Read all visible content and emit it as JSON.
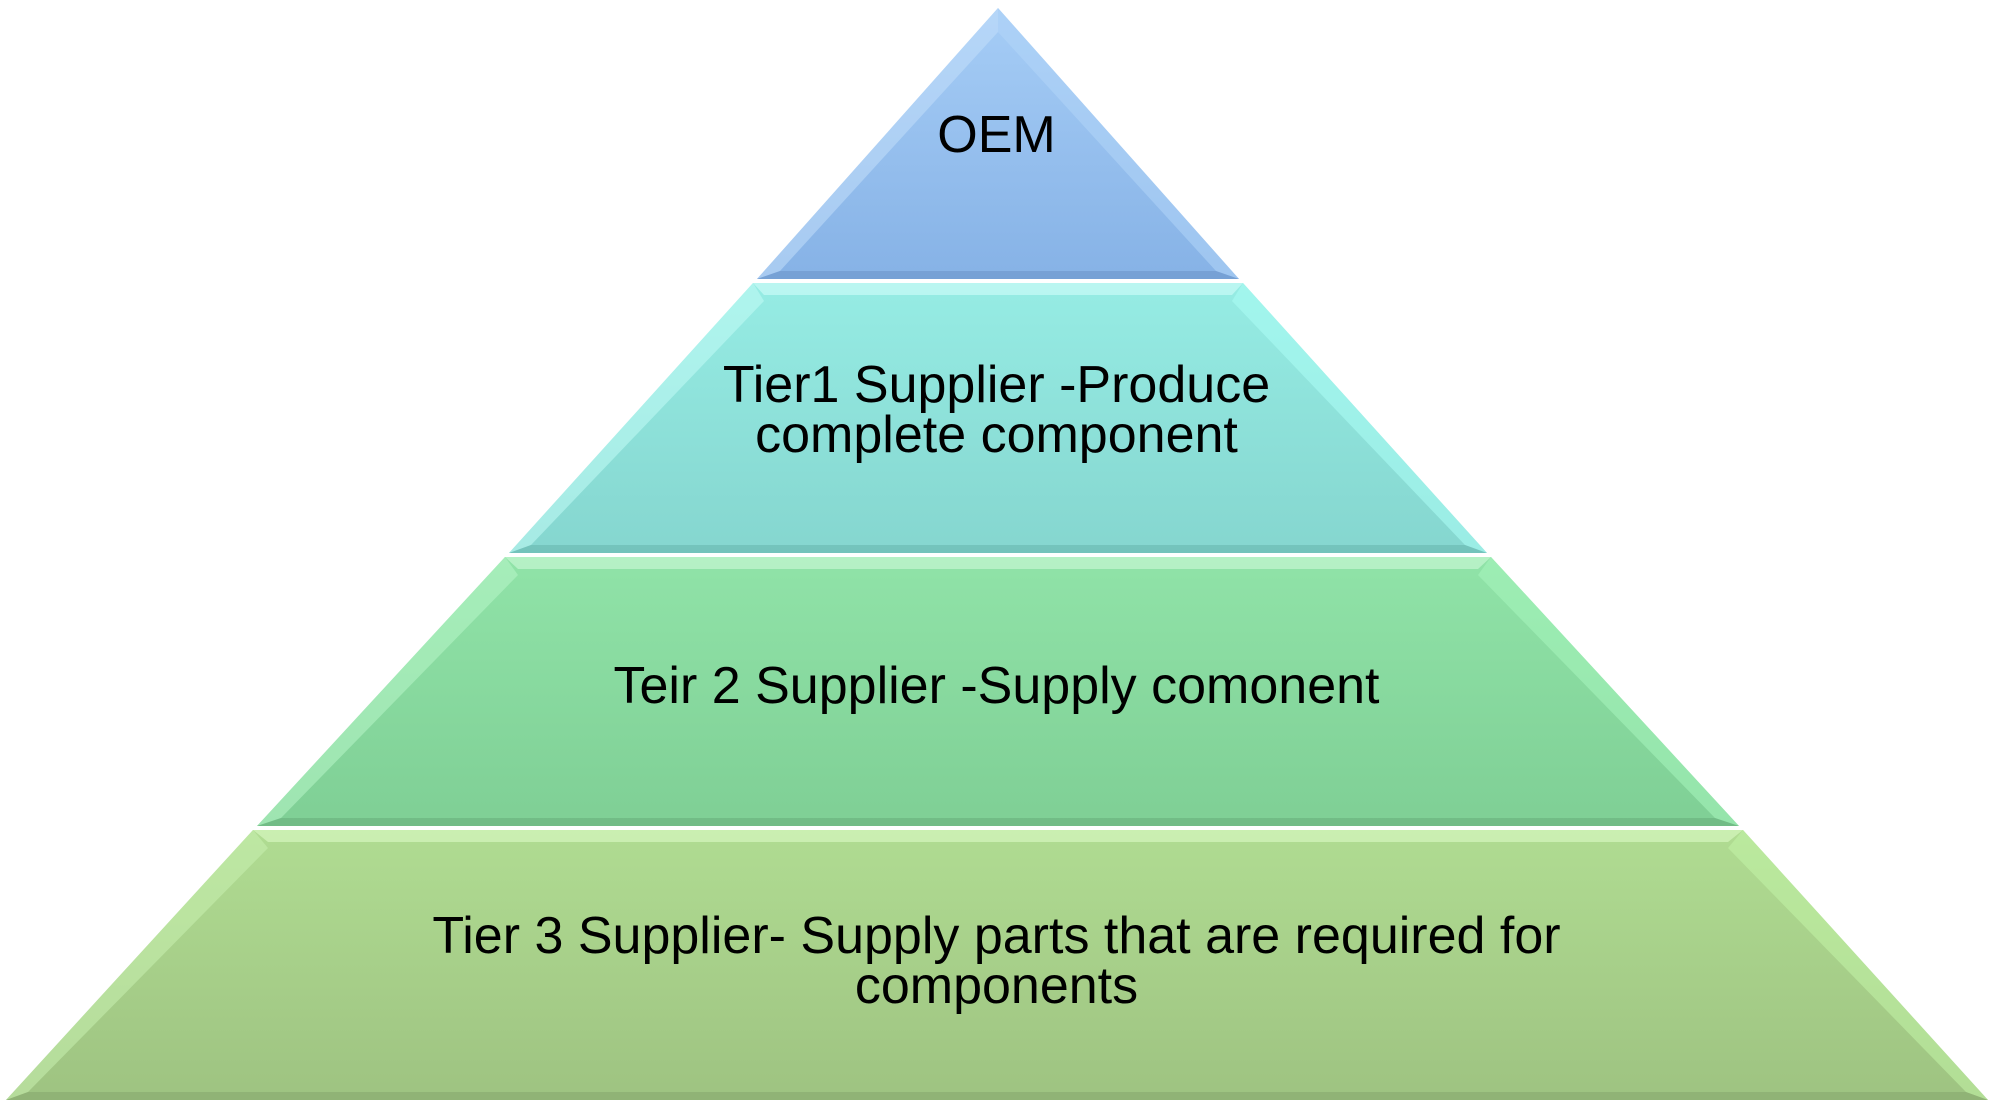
{
  "pyramid": {
    "tiers": [
      {
        "id": "oem",
        "lines": [
          "OEM"
        ],
        "color": "#8db8ec"
      },
      {
        "id": "tier1",
        "lines": [
          "Tier1 Supplier -Produce",
          "complete component"
        ],
        "color": "#88dbd3"
      },
      {
        "id": "tier2",
        "lines": [
          "Teir 2 Supplier -Supply comonent"
        ],
        "color": "#84d399"
      },
      {
        "id": "tier3",
        "lines": [
          "Tier 3 Supplier- Supply parts that are required for",
          "components"
        ],
        "color": "#a2c785"
      }
    ]
  }
}
